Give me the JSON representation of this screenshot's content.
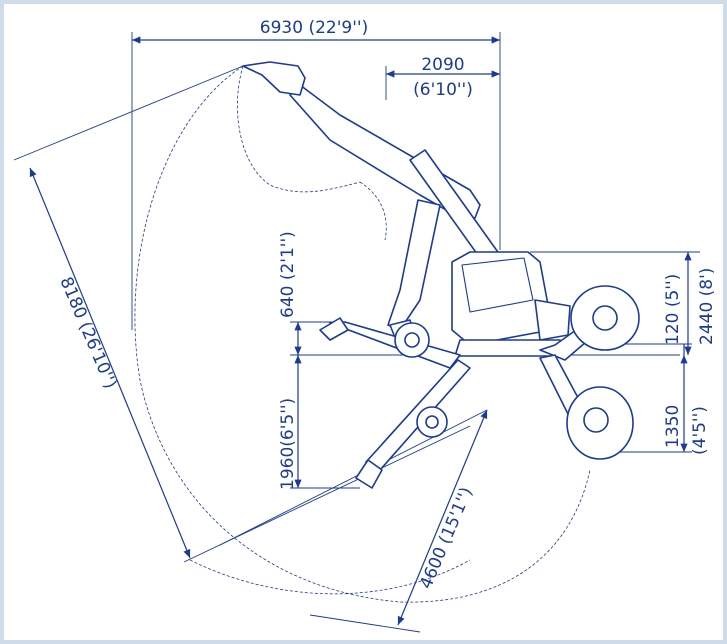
{
  "diagram": {
    "colors": {
      "line": "#1a3a9c",
      "background": "#ffffff",
      "frame": "#cfdcea"
    },
    "dimensions": {
      "overall_width": "6930 (22'9'')",
      "offset_top": "2090",
      "offset_top_imperial": "(6'10'')",
      "max_reach_diagonal": "8180 (26'10'')",
      "lower_reach_diagonal": "4600 (15'1'')",
      "left_upper": "640 (2'1'')",
      "left_lower": "1960(6'5'')",
      "right_small": "120 (5'')",
      "right_height": "2440 (8')",
      "right_lower": "1350",
      "right_lower_imperial": "(4'5'')"
    }
  }
}
